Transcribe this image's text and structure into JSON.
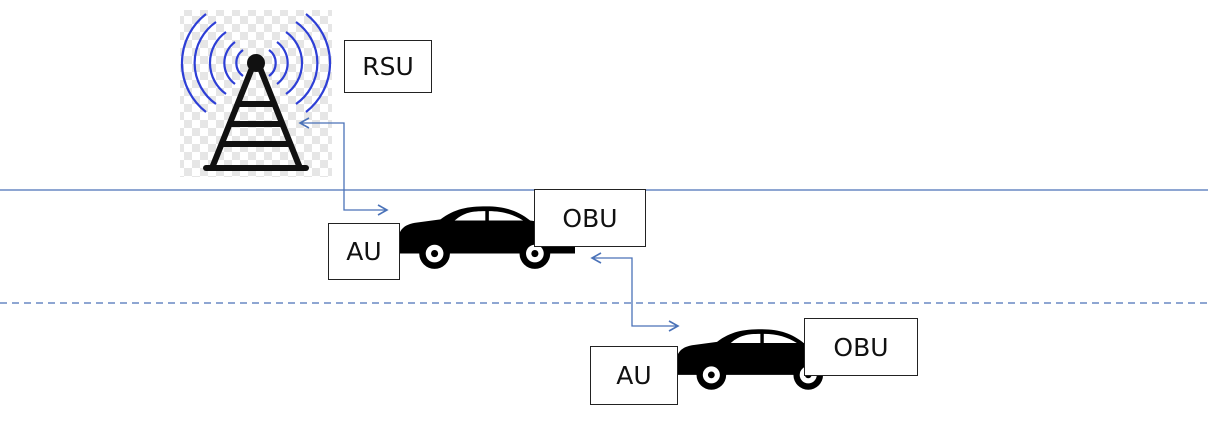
{
  "diagram": {
    "labels": {
      "rsu": "RSU",
      "au_1": "AU",
      "obu_1": "OBU",
      "au_2": "AU",
      "obu_2": "OBU"
    },
    "colors": {
      "road_line": "#4a72b8",
      "arrow": "#4a72b8",
      "signal_waves": "#2e3fd6",
      "tower": "#111111",
      "car": "#000000",
      "label_border": "#222222",
      "checker_light": "#ffffff",
      "checker_dark": "#e6e6e6"
    },
    "icons": [
      "rsu-tower-icon",
      "car-icon"
    ]
  }
}
